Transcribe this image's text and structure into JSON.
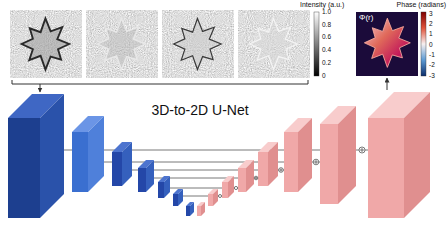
{
  "diagram": {
    "labels": [
      "Intensity (a.u.)",
      "1.0",
      "0.8",
      "0.6",
      "0.4",
      "0.2",
      "0",
      "Phase (radians)",
      "3",
      "2",
      "1",
      "0",
      "-1",
      "-2",
      "-3",
      "Φ(r)",
      "3D-to-2D U-Net"
    ]
  }
}
